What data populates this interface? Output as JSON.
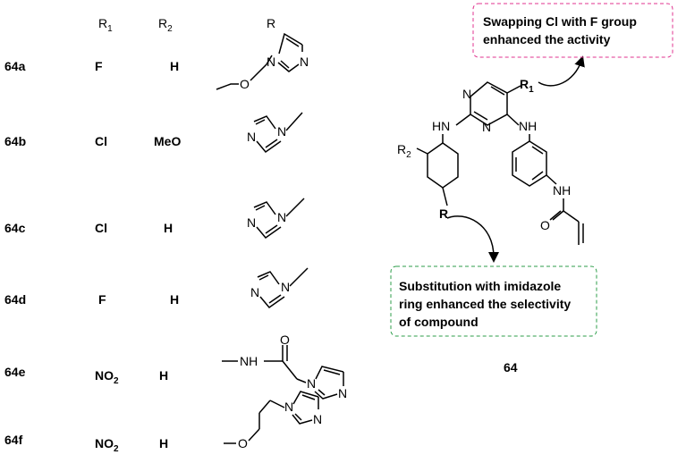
{
  "table": {
    "headers": {
      "r1_base": "R",
      "r1_sub": "1",
      "r2_base": "R",
      "r2_sub": "2",
      "r": "R"
    },
    "rows": [
      {
        "id": "64a",
        "r1_base": "F",
        "r1_sub": "",
        "r2": "H"
      },
      {
        "id": "64b",
        "r1_base": "Cl",
        "r1_sub": "",
        "r2": "MeO"
      },
      {
        "id": "64c",
        "r1_base": "Cl",
        "r1_sub": "",
        "r2": "H"
      },
      {
        "id": "64d",
        "r1_base": "F",
        "r1_sub": "",
        "r2": "H"
      },
      {
        "id": "64e",
        "r1_base": "NO",
        "r1_sub": "2",
        "r2": "H"
      },
      {
        "id": "64f",
        "r1_base": "NO",
        "r1_sub": "2",
        "r2": "H"
      }
    ]
  },
  "atoms": {
    "N": "N",
    "O": "O",
    "H": "H",
    "NH": "NH",
    "HN": "HN",
    "R": "R",
    "R1_sub": "1",
    "R2_sub": "2"
  },
  "notes": {
    "top_line1": "Swapping Cl with F group",
    "top_line2": "enhanced the activity",
    "bottom_line1": "Substitution with imidazole",
    "bottom_line2": "ring enhanced the selectivity",
    "bottom_line3": "of compound"
  },
  "compound_label": "64",
  "colors": {
    "top_note_text": "#e8101b",
    "top_note_border": "#e0338f",
    "bottom_note_text": "#d4157f",
    "bottom_note_border": "#2e9e4a",
    "r1": "#2e8b3a",
    "r2": "#d4157f",
    "r": "#1a2fd0"
  }
}
